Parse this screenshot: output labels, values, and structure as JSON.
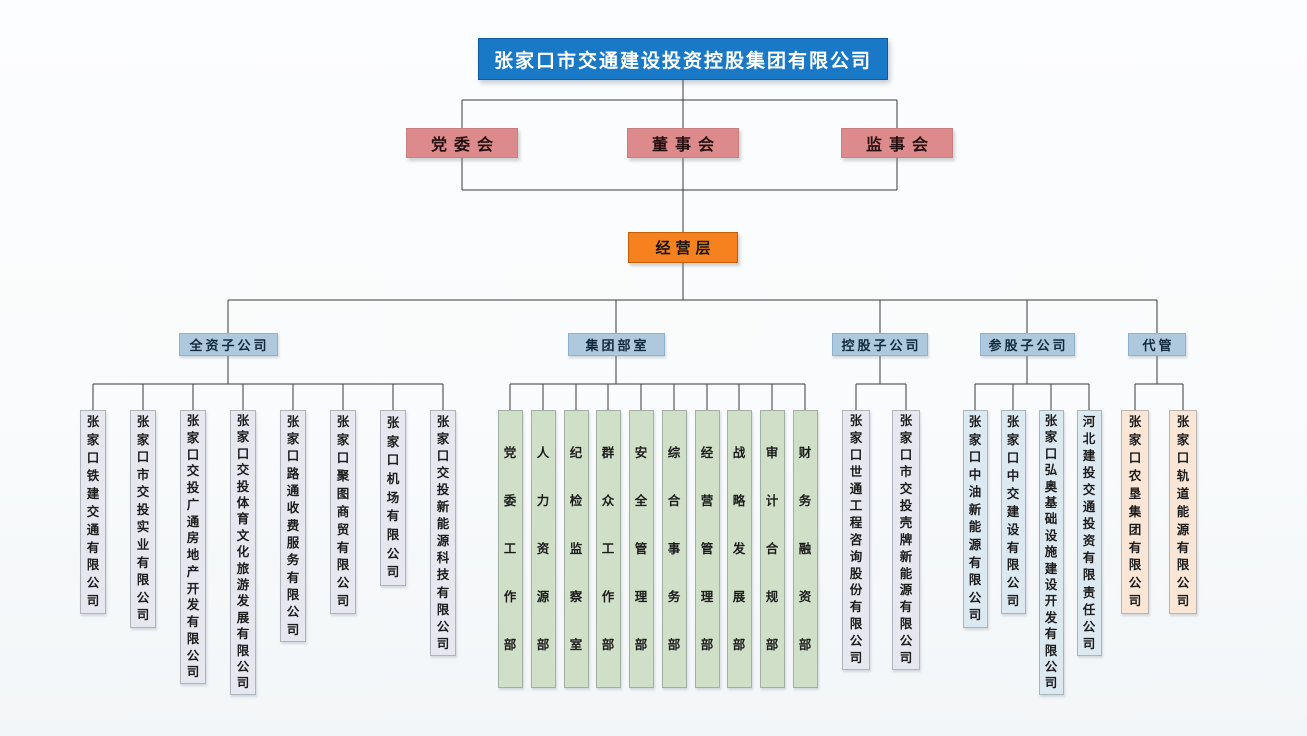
{
  "title": "张家口市交通建设投资控股集团有限公司",
  "governance": [
    {
      "key": "party-committee",
      "label": "党委会"
    },
    {
      "key": "board-of-directors",
      "label": "董事会"
    },
    {
      "key": "supervisory-board",
      "label": "监事会"
    }
  ],
  "management": {
    "key": "management-level",
    "label": "经营层"
  },
  "groups": [
    {
      "key": "wholly-owned",
      "label": "全资子公司",
      "children": [
        "张家口铁建交通有限公司",
        "张家口市交投实业有限公司",
        "张家口交投广通房地产开发有限公司",
        "张家口交投体育文化旅游发展有限公司",
        "张家口路通收费服务有限公司",
        "张家口聚图商贸有限公司",
        "张家口机场有限公司",
        "张家口交投新能源科技有限公司"
      ]
    },
    {
      "key": "departments",
      "label": "集团部室",
      "children": [
        "党委工作部",
        "人力资源部",
        "纪检监察室",
        "群众工作部",
        "安全管理部",
        "综合事务部",
        "经营管理部",
        "战略发展部",
        "审计合规部",
        "财务融资部"
      ]
    },
    {
      "key": "holding",
      "label": "控股子公司",
      "children": [
        "张家口世通工程咨询股份有限公司",
        "张家口市交投壳牌新能源有限公司"
      ]
    },
    {
      "key": "participating",
      "label": "参股子公司",
      "children": [
        "张家口中油新能源有限公司",
        "张家口中交建设有限公司",
        "张家口弘奥基础设施建设开发有限公司",
        "河北建投交通投资有限责任公司"
      ]
    },
    {
      "key": "managed",
      "label": "代管",
      "children": [
        "张家口农垦集团有限公司",
        "张家口轨道能源有限公司"
      ]
    }
  ],
  "colors": {
    "root_box": "#1a79c6",
    "governance_box": "#dd8a8c",
    "management_box": "#f5821f",
    "category_box": "#aec9dd",
    "wholly_owned_child": "#e7e7ef",
    "departments_child": "#cfdfc8",
    "holding_child": "#e7e7ef",
    "participating_child": "#dde9f1",
    "managed_child": "#fae6d7",
    "connector_line": "#3a3a3a"
  }
}
